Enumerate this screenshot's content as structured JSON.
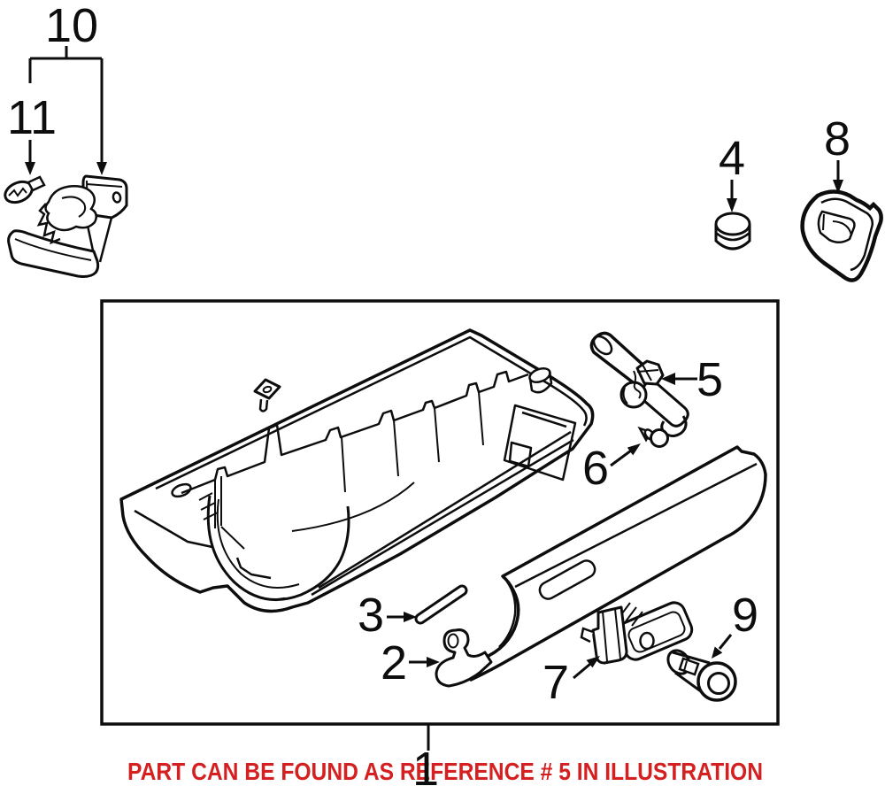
{
  "diagram": {
    "type": "exploded-parts-illustration",
    "background": "#ffffff",
    "line_color": "#0d0d0d",
    "note": "PART CAN BE FOUND AS REFERENCE # 5 IN ILLUSTRATION",
    "note_color": "#d42020",
    "callouts": {
      "c1": "1",
      "c2": "2",
      "c3": "3",
      "c4": "4",
      "c5": "5",
      "c6": "6",
      "c7": "7",
      "c8": "8",
      "c9": "9",
      "c10": "10",
      "c11": "11"
    }
  }
}
